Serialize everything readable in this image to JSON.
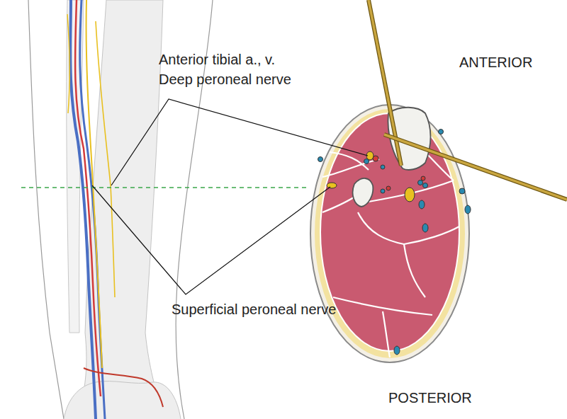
{
  "diagram": {
    "labels": [
      "Anterior tibial a., v.",
      "Deep peroneal nerve",
      "ANTERIOR",
      "Superficial peroneal nerve",
      "POSTERIOR"
    ]
  }
}
